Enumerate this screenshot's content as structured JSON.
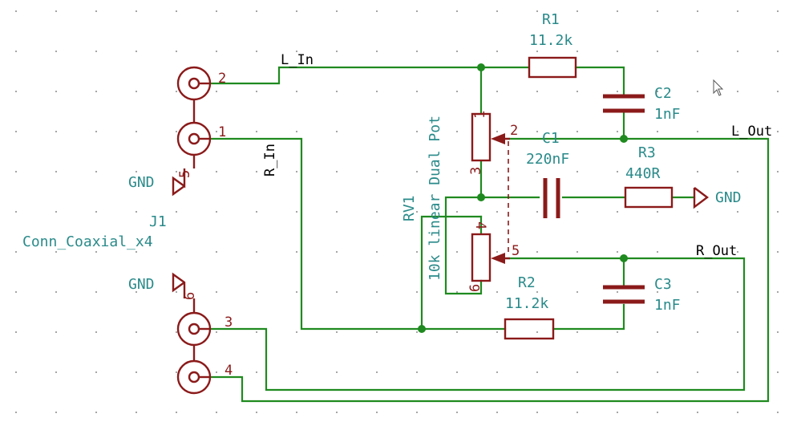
{
  "nets": {
    "l_in": "L_In",
    "r_in": "R_In",
    "l_out": "L_Out",
    "r_out": "R_Out"
  },
  "connector": {
    "ref": "J1",
    "value": "Conn_Coaxial_x4",
    "pins": {
      "p1": "1",
      "p2": "2",
      "p3": "3",
      "p4": "4",
      "p5": "5",
      "p6": "6"
    }
  },
  "resistors": {
    "r1": {
      "ref": "R1",
      "value": "11.2k"
    },
    "r2": {
      "ref": "R2",
      "value": "11.2k"
    },
    "r3": {
      "ref": "R3",
      "value": "440R"
    }
  },
  "capacitors": {
    "c1": {
      "ref": "C1",
      "value": "220nF"
    },
    "c2": {
      "ref": "C2",
      "value": "1nF"
    },
    "c3": {
      "ref": "C3",
      "value": "1nF"
    }
  },
  "pot": {
    "ref": "RV1",
    "value": "10k linear Dual Pot",
    "pins": {
      "p1": "1",
      "p2": "2",
      "p3": "3",
      "p4": "4",
      "p5": "5",
      "p6": "6"
    }
  },
  "power": {
    "gnd": "GND"
  },
  "colors": {
    "wire": "#1f8a1f",
    "part": "#8b1a1a",
    "ref": "#2a8a8a",
    "net": "#000000"
  }
}
